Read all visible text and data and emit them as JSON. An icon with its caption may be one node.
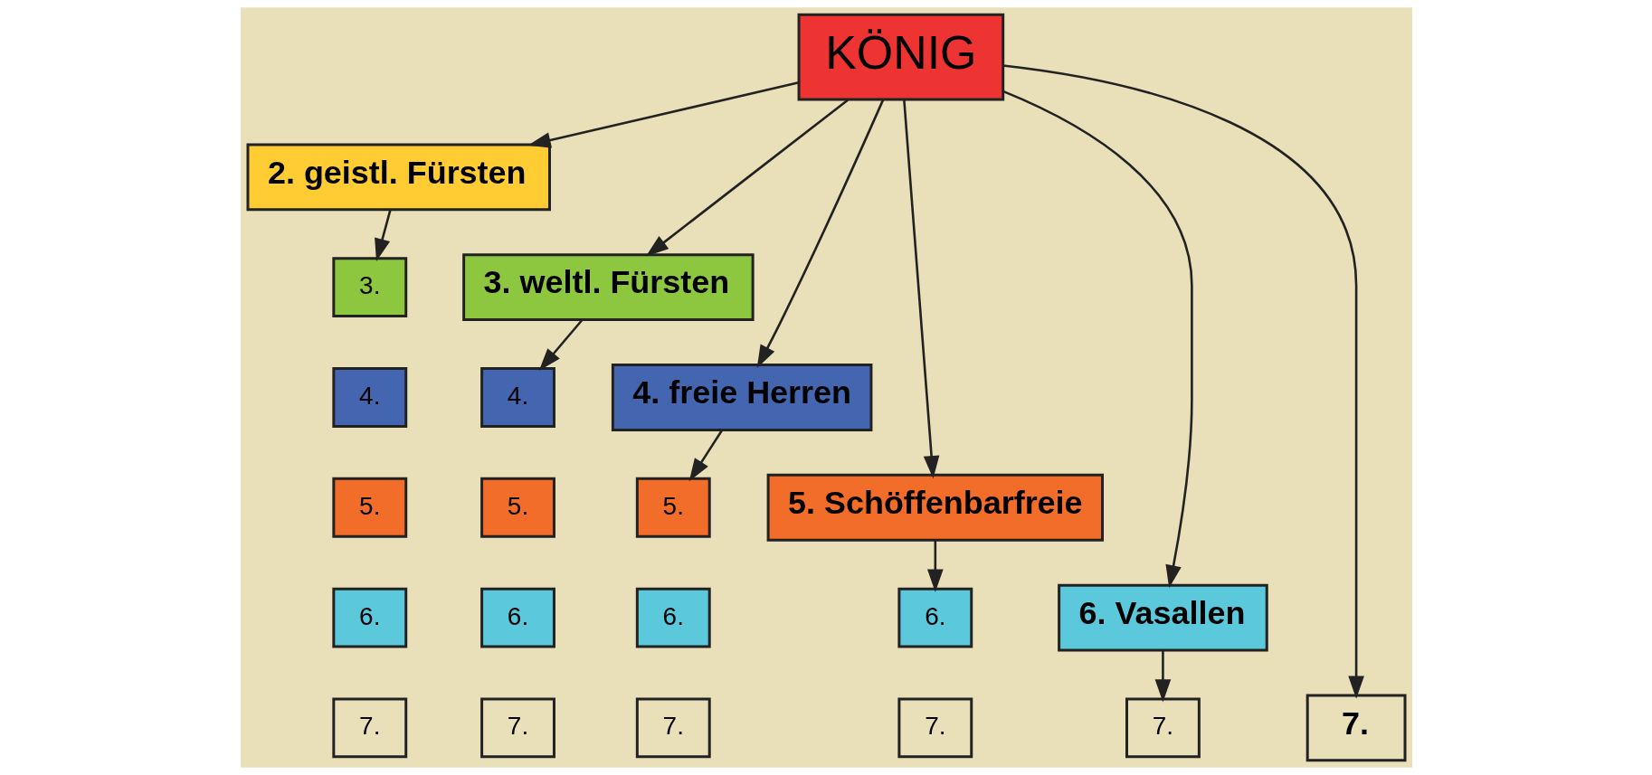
{
  "diagram": {
    "nodes": [
      {
        "text": [
          "KÖNIG"
        ]
      },
      {
        "text": [
          "2. geistl. Fürsten"
        ]
      },
      {
        "text": [
          "3."
        ]
      },
      {
        "text": [
          "4."
        ]
      },
      {
        "text": [
          "5."
        ]
      },
      {
        "text": [
          "6."
        ]
      },
      {
        "text": [
          "7."
        ]
      },
      {
        "text": [
          "3. weltl. Fürsten"
        ]
      },
      {
        "text": [
          "4."
        ]
      },
      {
        "text": [
          "5."
        ]
      },
      {
        "text": [
          "6."
        ]
      },
      {
        "text": [
          "7."
        ]
      },
      {
        "text": [
          "4. freie Herren"
        ]
      },
      {
        "text": [
          "5."
        ]
      },
      {
        "text": [
          "6."
        ]
      },
      {
        "text": [
          "7."
        ]
      },
      {
        "text": [
          "5. Schöffenbarfreie"
        ]
      },
      {
        "text": [
          "6."
        ]
      },
      {
        "text": [
          "7."
        ]
      },
      {
        "text": [
          "6. Vasallen"
        ]
      },
      {
        "text": [
          "7."
        ]
      },
      {
        "text": [
          "7."
        ]
      }
    ],
    "edges": [
      {
        "from": 0,
        "to": 1,
        "arrow": "to"
      },
      {
        "from": 0,
        "to": 7,
        "arrow": "to"
      },
      {
        "from": 0,
        "to": 12,
        "arrow": "to"
      },
      {
        "from": 0,
        "to": 16,
        "arrow": "to"
      },
      {
        "from": 0,
        "to": 19,
        "arrow": "to"
      },
      {
        "from": 0,
        "to": 21,
        "arrow": "to"
      },
      {
        "from": 1,
        "to": 2,
        "arrow": "to"
      },
      {
        "from": 7,
        "to": 8,
        "arrow": "to"
      },
      {
        "from": 12,
        "to": 13,
        "arrow": "to"
      },
      {
        "from": 16,
        "to": 17,
        "arrow": "to"
      },
      {
        "from": 19,
        "to": 20,
        "arrow": "to"
      }
    ]
  }
}
